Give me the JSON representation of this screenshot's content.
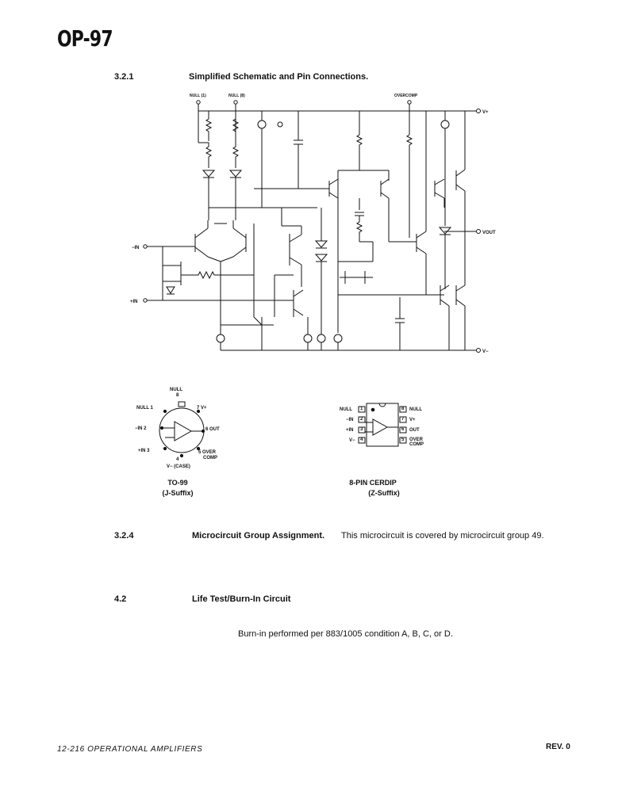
{
  "header": {
    "part_number": "OP-97"
  },
  "sections": [
    {
      "number": "3.2.1",
      "title": "Simplified Schematic and Pin Connections."
    },
    {
      "number": "3.2.4",
      "title": "Microcircuit Group Assignment.",
      "text": "This microcircuit is covered by microcircuit group 49."
    },
    {
      "number": "4.2",
      "title": "Life Test/Burn-In Circuit",
      "text": "Burn-in performed per 883/1005 condition A, B, C, or D."
    }
  ],
  "schematic": {
    "labels": {
      "null1": "NULL (1)",
      "null8": "NULL (8)",
      "overcomp": "OVERCOMP",
      "vplus": "V+",
      "vout": "VOUT",
      "vminus": "V−",
      "in_minus": "−IN",
      "in_plus": "+IN"
    }
  },
  "to99": {
    "pins": {
      "p8": "NULL",
      "p8n": "8",
      "p1": "NULL 1",
      "p7": "7 V+",
      "p2": "−IN 2",
      "p6": "6 OUT",
      "p3": "+IN 3",
      "p5a": "5 OVER",
      "p5b": "COMP",
      "p4n": "4",
      "p4": "V− (CASE)"
    },
    "caption": "TO-99",
    "suffix": "(J-Suffix)"
  },
  "cerdip": {
    "left_pins": [
      "NULL",
      "−IN",
      "+IN",
      "V−"
    ],
    "left_nums": [
      "1",
      "2",
      "3",
      "4"
    ],
    "right_nums": [
      "8",
      "7",
      "6",
      "5"
    ],
    "right_pins": [
      "NULL",
      "V+",
      "OUT",
      "OVER"
    ],
    "right_pin5b": "COMP",
    "caption": "8-PIN CERDIP",
    "suffix": "(Z-Suffix)"
  },
  "footer": {
    "left": "12-216  OPERATIONAL AMPLIFIERS",
    "right": "REV. 0"
  }
}
